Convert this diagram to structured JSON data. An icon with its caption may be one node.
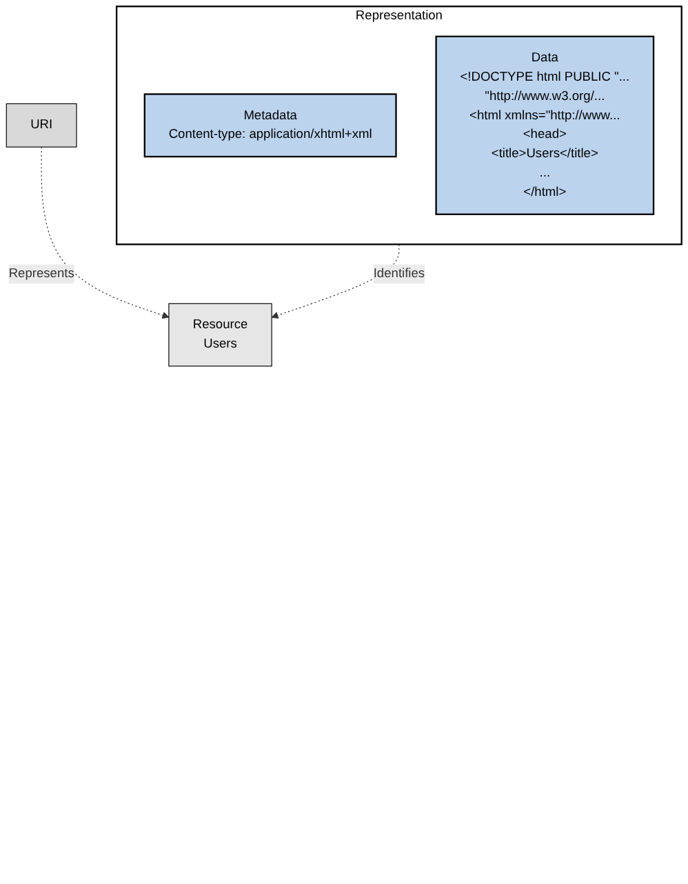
{
  "diagram": {
    "nodes": [
      {
        "text": [
          "URI"
        ]
      },
      {
        "text": [
          "Resource",
          "Users"
        ]
      },
      {
        "text": [
          "Representation"
        ]
      },
      {
        "text": [
          "Metadata",
          "Content-type: application/xhtml+xml"
        ],
        "in": 2
      },
      {
        "text": [
          "Data",
          "<!DOCTYPE html PUBLIC \"...",
          "\"http://www.w3.org/...",
          "<html xmlns=\"http://www...",
          "<head>",
          "<title>Users</title>",
          "...",
          "</html>"
        ],
        "in": 2
      }
    ],
    "edges": [
      {
        "from": 0,
        "to": 1,
        "arrow": "to",
        "label": "Represents",
        "style": "dashed"
      },
      {
        "from": 2,
        "to": 1,
        "arrow": "to",
        "label": "Identifies",
        "style": "dashed"
      }
    ]
  }
}
